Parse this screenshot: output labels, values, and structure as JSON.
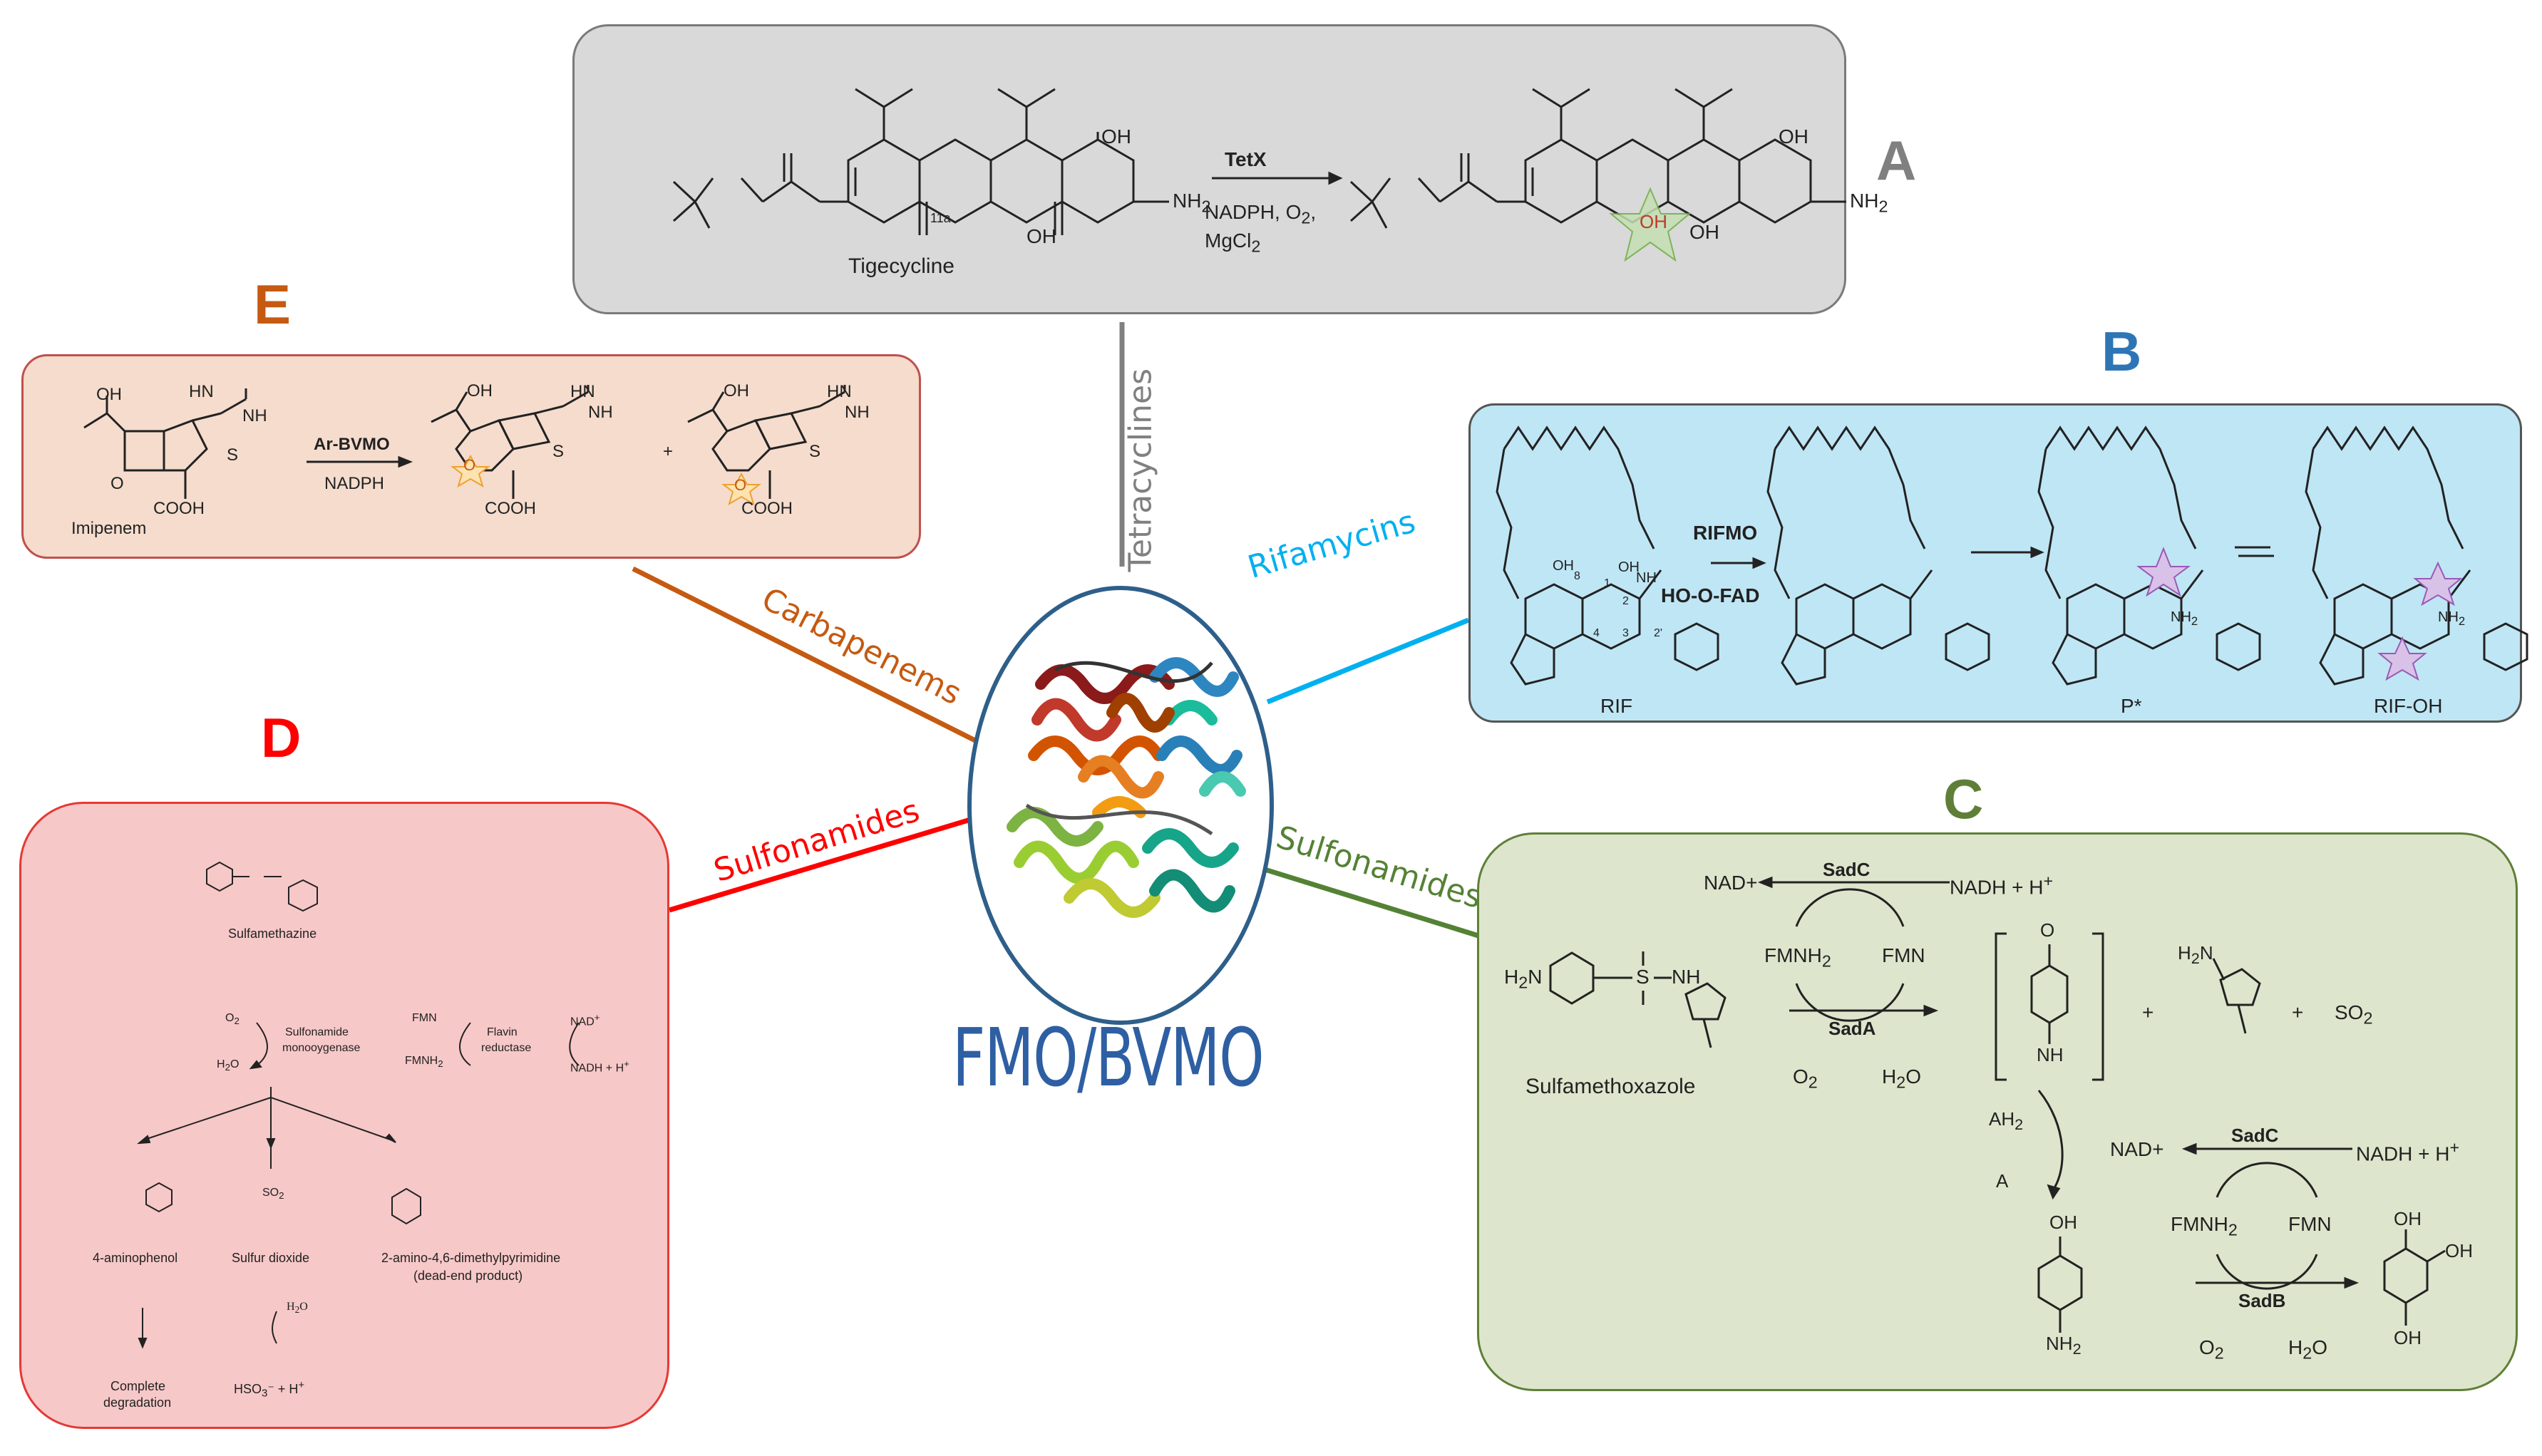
{
  "center": {
    "label": "FMO/BVMO",
    "protein": "protein-structure-icon"
  },
  "edges": {
    "tetracyclines": "Tetracyclines",
    "rifamycins": "Rifamycins",
    "sulfonamides_c": "Sulfonamides",
    "sulfonamides_d": "Sulfonamides",
    "carbapenems": "Carbapenems"
  },
  "panels": {
    "A": {
      "letter": "A",
      "substrate": "Tigecycline",
      "enzyme": "TetX",
      "conditions_1": "NADPH, O",
      "conditions_1_sub": "2",
      "conditions_1_tail": ",",
      "conditions_2": "MgCl",
      "conditions_2_sub": "2",
      "oh": "OH",
      "nh2": "NH",
      "nh2_sub": "2",
      "o": "O",
      "n": "N",
      "h": "H",
      "atom11a": "11a",
      "product_oh": "OH"
    },
    "B": {
      "letter": "B",
      "enzyme": "RIFMO",
      "cofactor": "HO-O-FAD",
      "label_rif": "RIF",
      "label_p": "P*",
      "label_rifoh": "RIF-OH",
      "oh": "OH",
      "nh": "NH",
      "o": "O",
      "n": "N",
      "nh2": "NH",
      "nh2_sub": "2",
      "num_1": "1",
      "num_2": "2",
      "num_2p": "2'",
      "num_3": "3",
      "num_4": "4",
      "num_8": "8"
    },
    "C": {
      "letter": "C",
      "substrate": "Sulfamethoxazole",
      "sadC": "SadC",
      "sadA": "SadA",
      "sadB": "SadB",
      "nad": "NAD+",
      "nadh": "NADH + H",
      "nadh_sup": "+",
      "fmnh2": "FMNH",
      "fmnh2_sub": "2",
      "fmn": "FMN",
      "o2": "O",
      "o2_sub": "2",
      "h2o": "H",
      "h2o_sub": "2",
      "h2o_tail": "O",
      "so2": "SO",
      "so2_sub": "2",
      "plus": "+",
      "ah2": "AH",
      "ah2_sub": "2",
      "a": "A",
      "h2n": "H",
      "h2n_sub": "2",
      "h2n_tail": "N",
      "nh": "NH",
      "oh": "OH",
      "o": "O",
      "s": "S",
      "n": "N",
      "nh2": "NH",
      "nh2_sub": "2"
    },
    "D": {
      "letter": "D",
      "substrate": "Sulfamethazine",
      "enzyme_1": "Sulfonamide",
      "enzyme_2": "monooygenase",
      "reductase_1": "Flavin",
      "reductase_2": "reductase",
      "fmn": "FMN",
      "fmnh2": "FMNH",
      "fmnh2_sub": "2",
      "o2": "O",
      "o2_sub": "2",
      "h2o": "H",
      "h2o_sub": "2",
      "h2o_tail": "O",
      "nad": "NAD",
      "nad_sup": "+",
      "nadh": "NADH + H",
      "nadh_sup": "+",
      "so2": "SO",
      "so2_sub": "2",
      "p1": "4-aminophenol",
      "p2": "Sulfur dioxide",
      "p3_1": "2-amino-4,6-dimethylpyrimidine",
      "p3_2": "(dead-end product)",
      "end_1": "Complete",
      "end_2": "degradation",
      "hso3": "HSO",
      "hso3_sub": "3",
      "hso3_tail": "⁻  +  H",
      "hso3_sup": "+",
      "h2o_right": "H",
      "h2o_right_sub": "2",
      "h2o_right_tail": "O"
    },
    "E": {
      "letter": "E",
      "substrate": "Imipenem",
      "enzyme": "Ar-BVMO",
      "cofactor": "NADPH",
      "plus": "+",
      "oh": "OH",
      "hn": "HN",
      "nh": "NH",
      "s": "S",
      "n": "N",
      "o": "O",
      "cooh": "COOH"
    }
  },
  "colors": {
    "A": "#808080",
    "B": "#2e75b6",
    "C": "#5f7f38",
    "D": "#ff0000",
    "E": "#c55a11",
    "rifamycins": "#00b0f0",
    "center": "#2e5fa3"
  }
}
